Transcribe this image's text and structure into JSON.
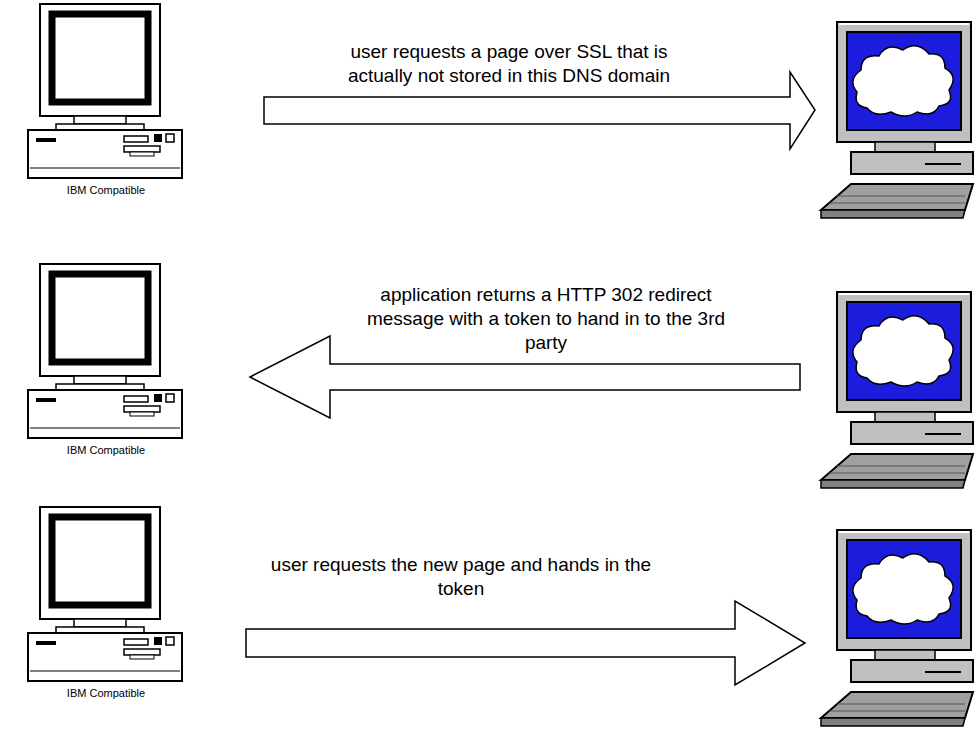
{
  "diagram": {
    "nodes": [
      {
        "text": [
          "IBM Compatible"
        ]
      },
      {
        "text": [
          "IBM Compatible"
        ]
      },
      {
        "text": [
          "IBM Compatible"
        ]
      }
    ],
    "labels": [
      "user requests a page over SSL that is actually not stored in this DNS domain",
      "application returns a HTTP 302 redirect message with a token to hand in to the 3rd party",
      "user requests the new page and hands in the token"
    ]
  }
}
